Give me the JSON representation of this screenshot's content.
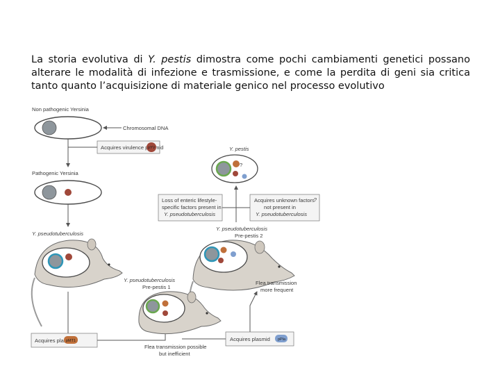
{
  "intro": {
    "part1": "La storia evolutiva di ",
    "species": "Y. pestis",
    "part2": " dimostra come pochi cambiamenti genetici possano alterare le modalità di infezione e trasmissione, e come la perdita di geni sia critica tanto quanto l’acquisizione di materiale genico nel processo evolutivo"
  },
  "diagram": {
    "non_pathogenic": "Non pathogenic Yersinia",
    "chromosomal_dna": "Chromosomal DNA",
    "acquires_virulence": "Acquires virulence plasmid",
    "pyv": "pYV",
    "pathogenic": "Pathogenic Yersinia",
    "pseudotb": "Y. pseudotuberculosis",
    "y_pestis": "Y. pestis",
    "loss_line1": "Loss of enteric lifestyle-",
    "loss_line2": "specific factors present in",
    "loss_line3": "Y. pseudotuberculosis",
    "acq_unknown_line1": "Acquires unknown factors",
    "acq_unknown_line2": "not present in",
    "acq_unknown_line3": "Y. pseudotuberculosis",
    "question": "?",
    "pseudotb_pre2_line1": "Y. pseudotuberculosis",
    "pseudotb_pre2_line2": "Pre-pestis 2",
    "pseudotb_pre1_line1": "Y. pseudotuberculosis",
    "pseudotb_pre1_line2": "Pre-pestis 1",
    "flea_frequent_line1": "Flea transmission",
    "flea_frequent_line2": "more frequent",
    "acquires_plasmid": "Acquires plasmid",
    "pmt1": "pMT1",
    "pla": "pPla",
    "flea_possible_line1": "Flea transmission possible",
    "flea_possible_line2": "but inefficient",
    "colors": {
      "ellipse_stroke": "#4a4a4a",
      "chromosome": "#8e969c",
      "pyv": "#a0483a",
      "pmt1": "#c0703a",
      "pla": "#7f9fcf",
      "teal": "#2e96b8",
      "green": "#6aa84f",
      "mouse": "#d8d3cb"
    }
  }
}
